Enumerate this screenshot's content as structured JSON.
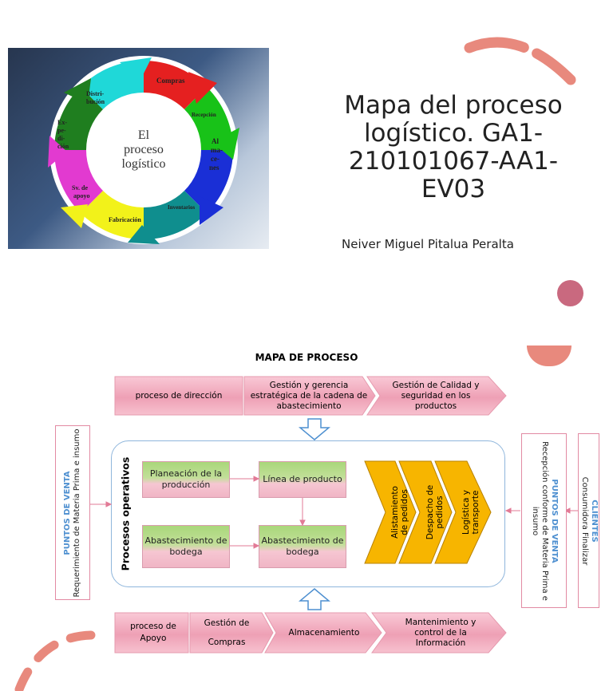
{
  "slide": {
    "title": "Mapa del proceso logístico. GA1-210101067-AA1-EV03",
    "author": "Neiver Miguel Pitalua Peralta"
  },
  "cycle_image": {
    "center": "El proceso logístico",
    "segments": [
      "Compras",
      "Recepción",
      "Almacenes",
      "Inventarios",
      "Fabricación",
      "Sv. de apoyo",
      "Expedición",
      "Distribución"
    ]
  },
  "map": {
    "title": "MAPA DE PROCESO",
    "top_row": [
      "proceso de dirección",
      "Gestión y gerencia estratégica de la cadena de abastecimiento",
      "Gestión de Calidad y seguridad en los productos"
    ],
    "left_box": {
      "heading": "PUNTOS DE VENTA",
      "text": "Requerimiento de Materia Prima e insumo"
    },
    "operativos_label": "Procesos operativos",
    "green_boxes": [
      "Planeación de la producción",
      "Línea de producto",
      "Abastecimiento de bodega",
      "Abastecimiento de bodega"
    ],
    "chevrons": [
      "Alistamiento de pedidos",
      "Despacho de pedidos",
      "Logística y transporte"
    ],
    "right_box_1": {
      "heading": "PUNTOS DE VENTA",
      "text": "Recepción conforme de Materia Prima e insumo"
    },
    "right_box_2": {
      "heading": "CLIENTES",
      "text": "Consumidora Finalizar"
    },
    "bottom_row": [
      "proceso de Apoyo",
      "Gestión de Compras",
      "Almacenamiento",
      "Mantenimiento y control de la Información"
    ]
  },
  "colors": {
    "accent": "#e8897d",
    "pink": "#eea0b5",
    "green": "#a9d77a",
    "yellow": "#f7b500",
    "blue": "#4d8fd0"
  }
}
